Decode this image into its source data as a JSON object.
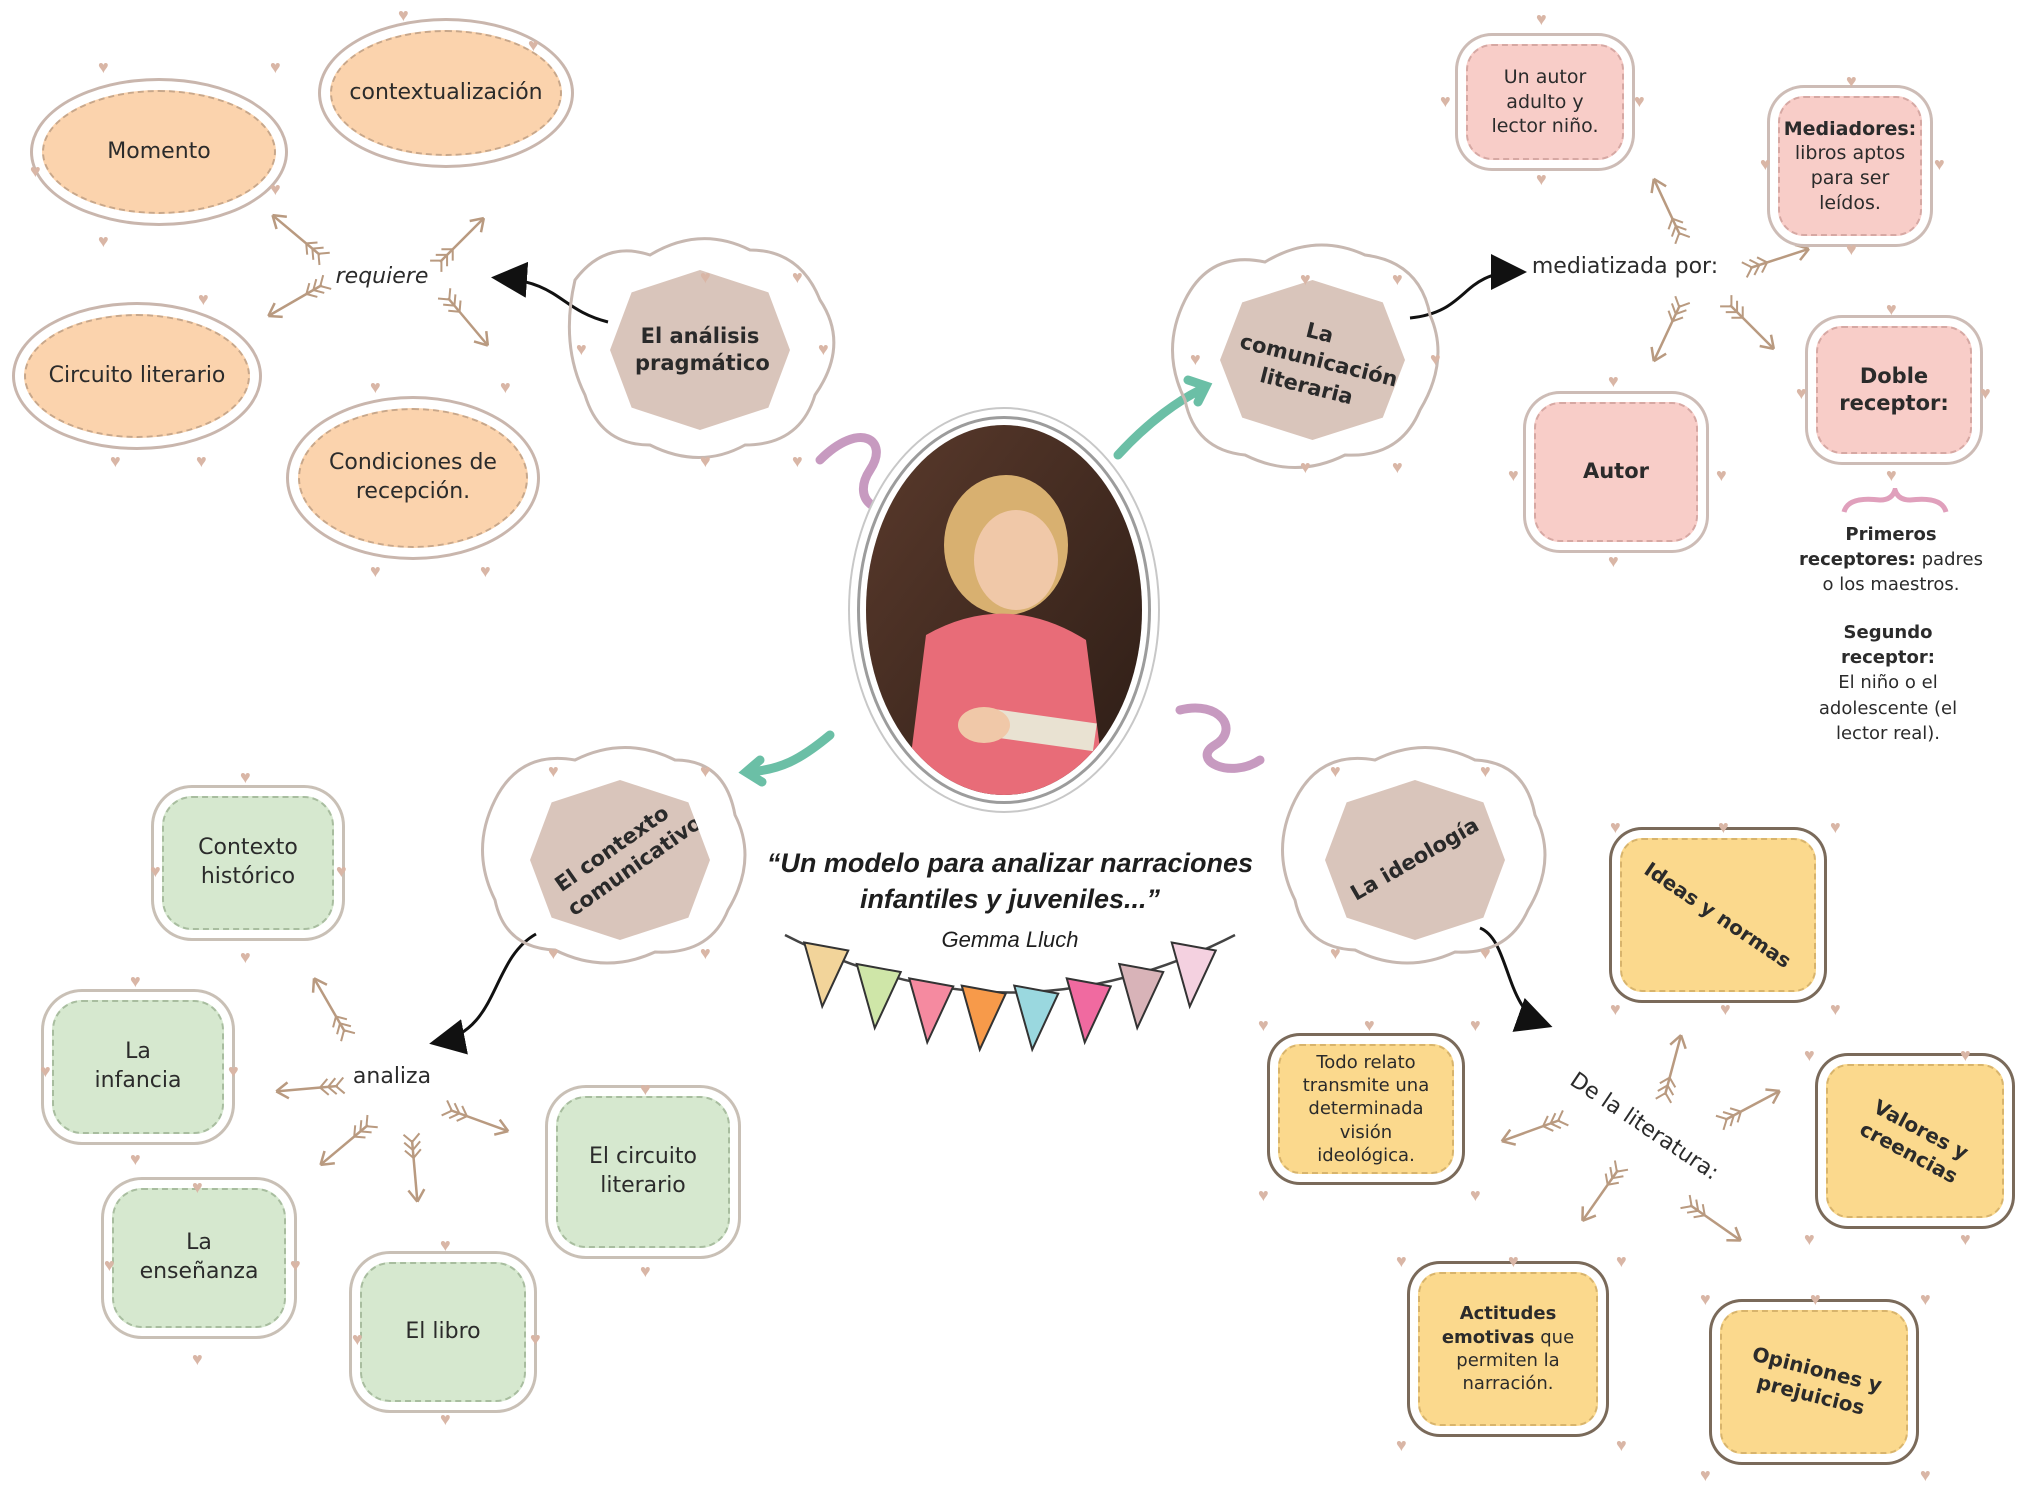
{
  "title": "“Un modelo para analizar narraciones infantiles y juveniles...”",
  "author": "Gemma Lluch",
  "hubs": {
    "pragmatic": "El análisis pragmático",
    "communication": "La comunicación literaria",
    "context": "El contexto comunicativo",
    "ideology": "La ideología"
  },
  "pragmatic_branch": {
    "connector": "requiere",
    "items": [
      "Momento",
      "contextualización",
      "Circuito literario",
      "Condiciones de recepción."
    ]
  },
  "communication_branch": {
    "connector": "mediatizada por:",
    "author_reader": "Un autor adulto y lector niño.",
    "mediators_bold": "Mediadores:",
    "mediators_rest": "libros aptos para ser leídos.",
    "autor": "Autor",
    "double_receiver": "Doble receptor:",
    "first_receivers_bold": "Primeros receptores:",
    "first_receivers_rest": "padres o los maestros.",
    "second_receiver_bold": "Segundo receptor:",
    "second_receiver_rest": "El niño o el adolescente (el lector real)."
  },
  "context_branch": {
    "connector": "analiza",
    "items": [
      "Contexto histórico",
      "La infancia",
      "La enseñanza",
      "El libro",
      "El circuito literario"
    ]
  },
  "ideology_branch": {
    "connector": "De la literatura:",
    "every_story": "Todo relato transmite una determinada visión ideológica.",
    "ideas": "Ideas y normas",
    "values": "Valores y creencias",
    "attitudes_bold": "Actitudes emotivas",
    "attitudes_rest": "que permiten la narración.",
    "opinions": "Opiniones y prejuicios"
  },
  "colors": {
    "orange_node": "#fbd3ad",
    "hub": "#d9c5bb",
    "pink_node": "#f8cdc8",
    "green_node": "#d6e8cf",
    "yellow_node": "#fbd98d",
    "arrow": "#b99a80",
    "accent_teal": "#6bbfa6",
    "accent_lilac": "#c79ac0"
  },
  "bunting_colors": [
    "#f2d49a",
    "#cfe6a8",
    "#f58aa0",
    "#f79a4a",
    "#9ad8df",
    "#f06aa0",
    "#d8b3b8",
    "#f4d1e0"
  ]
}
